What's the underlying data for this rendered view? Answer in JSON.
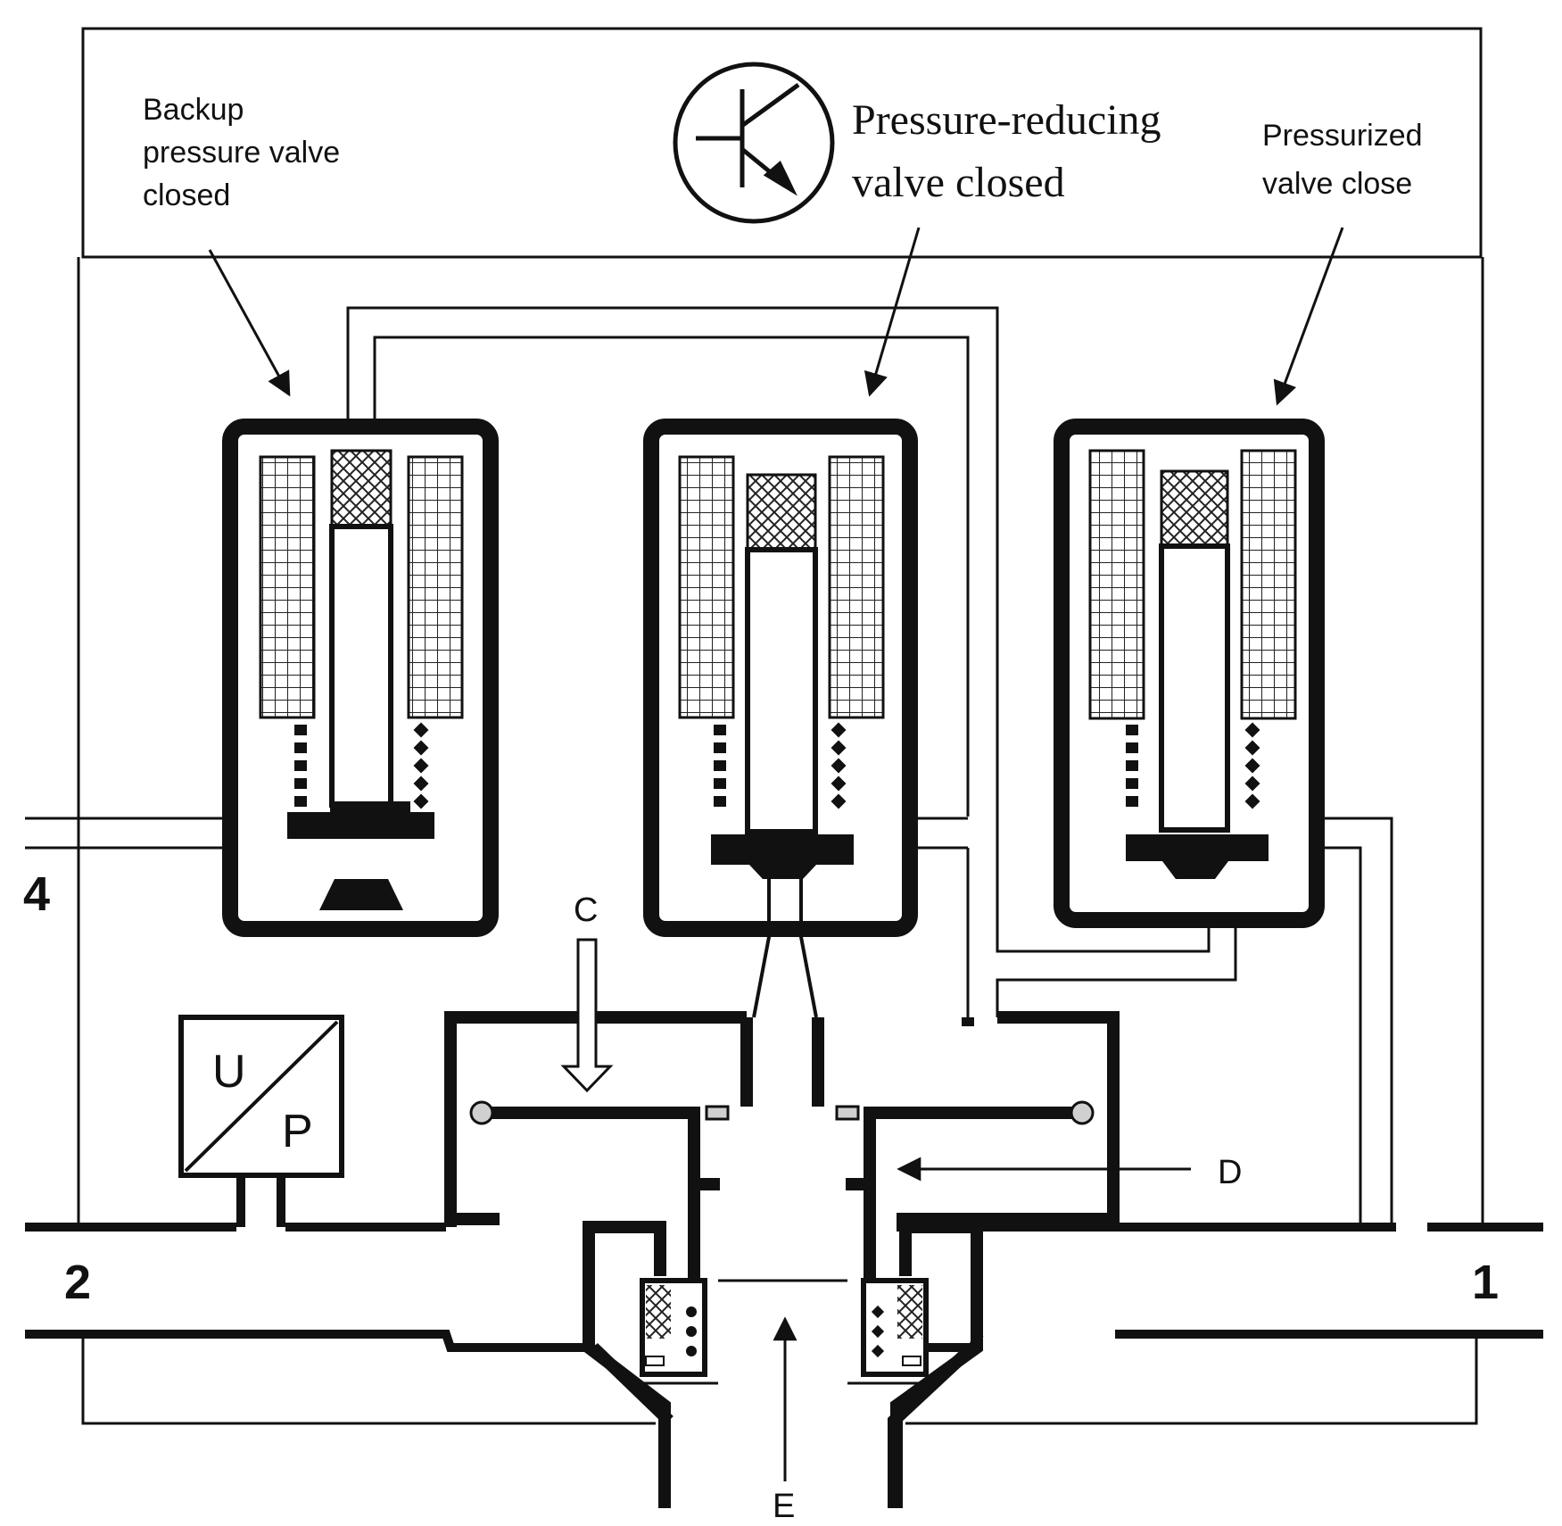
{
  "labels": {
    "backup_valve": [
      "Backup",
      "pressure valve",
      "closed"
    ],
    "pressure_reducing_valve": [
      "Pressure-reducing",
      "valve closed"
    ],
    "pressurized_valve": [
      "Pressurized",
      "valve close"
    ]
  },
  "ports": {
    "port_4": "4",
    "port_2": "2",
    "port_1": "1"
  },
  "letters": {
    "c": "C",
    "d": "D",
    "e": "E"
  },
  "transducer": {
    "u": "U",
    "p": "P"
  },
  "colors": {
    "ink": "#111111",
    "hatch": "#222222",
    "seal": "#d0d0d0",
    "background": "#ffffff"
  }
}
